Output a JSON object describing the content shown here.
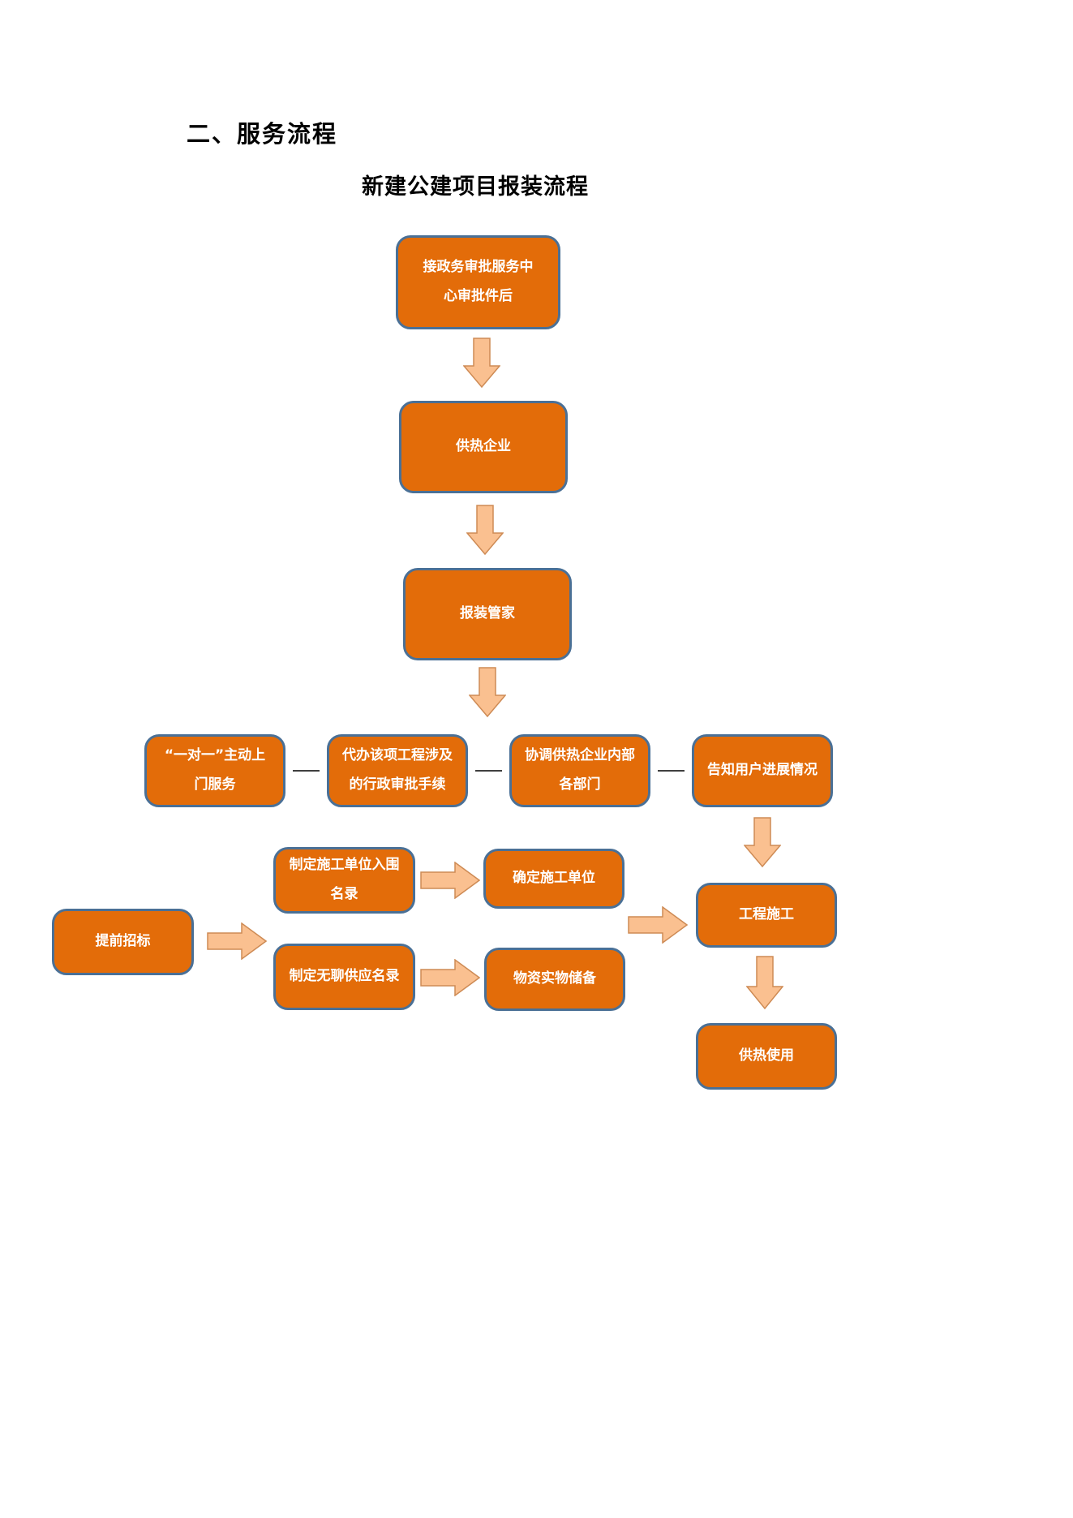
{
  "page": {
    "heading": "二、服务流程",
    "title": "新建公建项目报装流程"
  },
  "nodes": {
    "approval_received": {
      "label": "接政务审批服务中\n心审批件后"
    },
    "heating_company": {
      "label": "供热企业"
    },
    "installation_manager": {
      "label": "报装管家"
    },
    "one_on_one_service": {
      "label": "“一对一”主动上\n门服务"
    },
    "agency_procedures": {
      "label": "代办该项工程涉及\n的行政审批手续"
    },
    "coordinate_departments": {
      "label": "协调供热企业内部\n各部门"
    },
    "inform_user": {
      "label": "告知用户进展情况"
    },
    "contractor_shortlist": {
      "label": "制定施工单位入围\n名录"
    },
    "confirm_contractor": {
      "label": "确定施工单位"
    },
    "early_bidding": {
      "label": "提前招标"
    },
    "supplier_list": {
      "label": "制定无聊供应名录"
    },
    "material_reserve": {
      "label": "物资实物储备"
    },
    "construction": {
      "label": "工程施工"
    },
    "heating_use": {
      "label": "供热使用"
    }
  },
  "colors": {
    "node_fill": "#E36C09",
    "node_border": "#4A7096",
    "arrow_fill": "#FAC090",
    "arrow_stroke": "#CE8B55",
    "connector": "#3f3f3f",
    "text": "#ffffff"
  }
}
